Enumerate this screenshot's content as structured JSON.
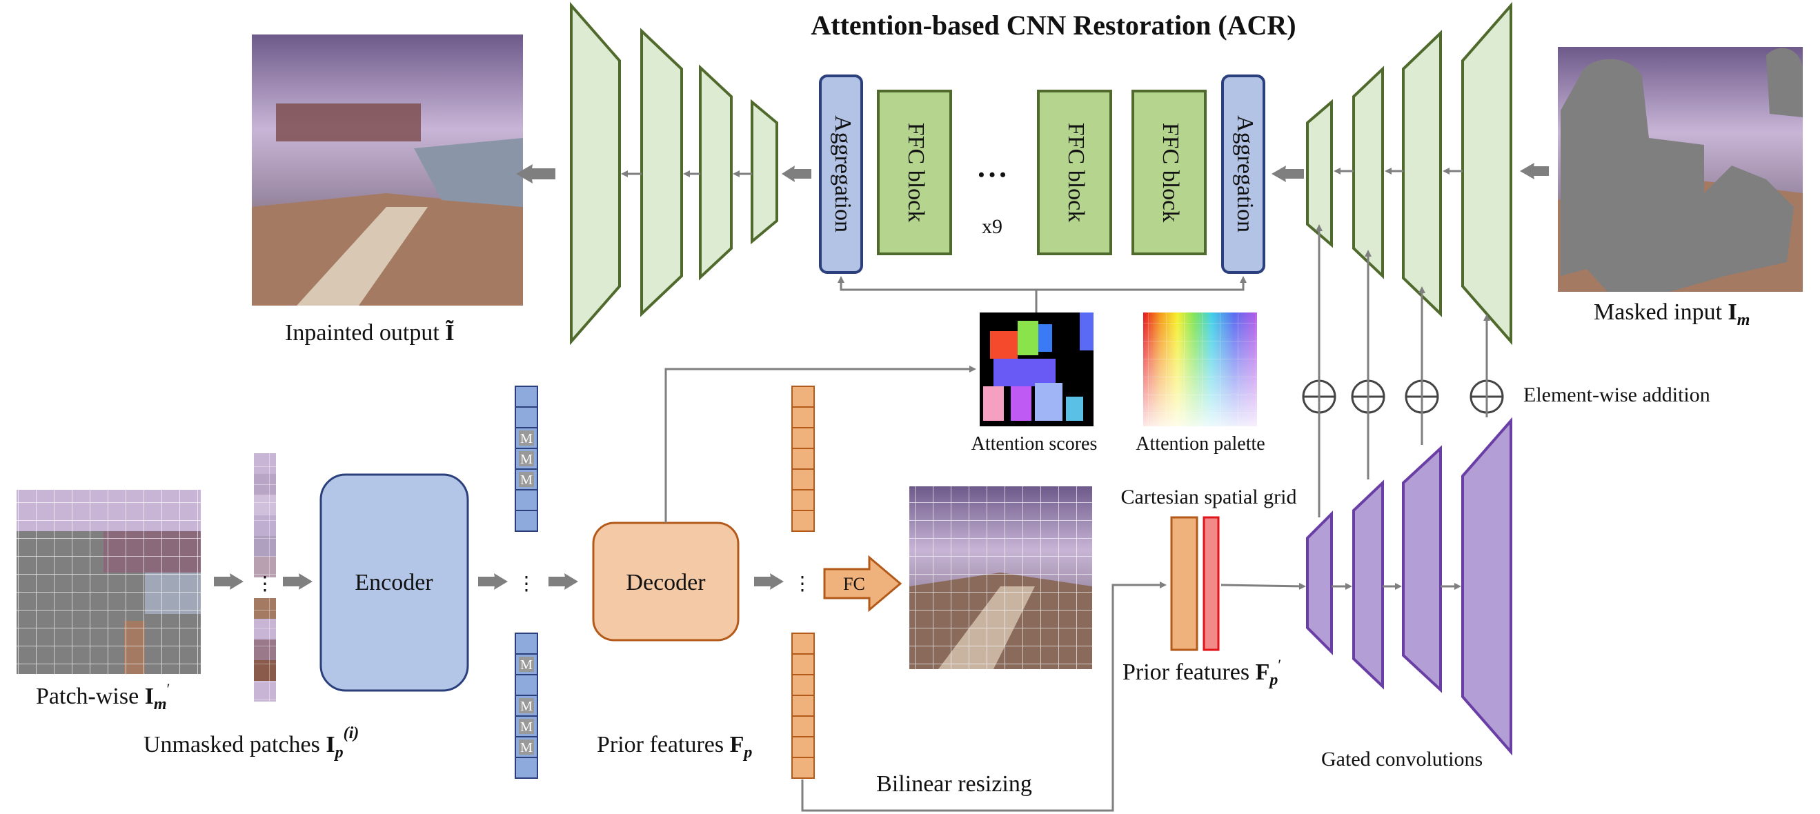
{
  "title": "Attention-based CNN Restoration (ACR)",
  "labels": {
    "inpainted_output": "Inpainted output",
    "inpainted_symbol": "Ĩ",
    "masked_input": "Masked input",
    "masked_symbol": "I",
    "masked_sub": "m",
    "patch_wise": "Patch-wise",
    "patch_symbol": "I",
    "patch_sub": "m",
    "unmasked_patches": "Unmasked patches",
    "unmasked_symbol": "I",
    "unmasked_sub": "p",
    "unmasked_sup": "(i)",
    "prior_features": "Prior features",
    "prior_symbol": "F",
    "prior_sub": "p",
    "prior_features2": "Prior features",
    "prior2_symbol": "F",
    "prior2_sub": "p",
    "bilinear_resizing": "Bilinear resizing",
    "cartesian_grid": "Cartesian spatial grid",
    "attention_scores": "Attention scores",
    "attention_palette": "Attention palette",
    "element_wise": "Element-wise addition",
    "gated_convolutions": "Gated convolutions",
    "x9": "x9",
    "ellipsis": "• • •",
    "vdots": "⋮"
  },
  "blocks": {
    "encoder": "Encoder",
    "decoder": "Decoder",
    "fc": "FC",
    "aggregation_left": "Aggregation",
    "aggregation_right": "Aggregation",
    "ffc_block_1": "FFC block",
    "ffc_block_2": "FFC block",
    "ffc_block_3": "FFC block",
    "mask_token": "M"
  },
  "colors": {
    "title_green": "#5b7a2e",
    "trap_green_fill": "#dcebd1",
    "trap_green_stroke": "#4f6a2c",
    "ffc_fill": "#b5d58f",
    "agg_fill": "#b2c3e6",
    "agg_stroke": "#2b3f7c",
    "encoder_fill": "#b4c6e7",
    "decoder_fill": "#f3c9a6",
    "prior_fill": "#f0b27c",
    "cartesian_red": "#e0141b",
    "gated_fill": "#b39fd6",
    "gated_stroke": "#6a3fa5",
    "gated_text": "#6a3fa5",
    "arrow_gray": "#7f7f7f"
  }
}
